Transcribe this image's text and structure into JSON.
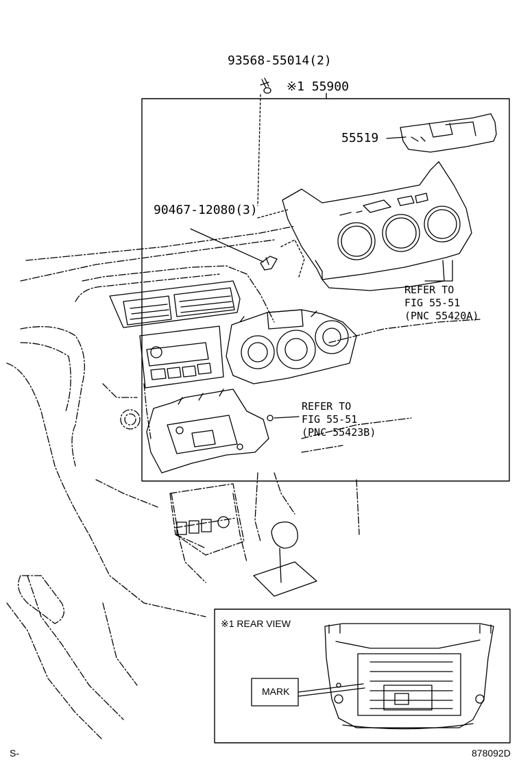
{
  "labels": {
    "bolt_part": "93568-55014(2)",
    "assembly_part": "※1 55900",
    "panel_part": "55519",
    "clip_part": "90467-12080(3)",
    "refer1_line1": "REFER TO",
    "refer1_line2": "FIG 55-51",
    "refer1_line3": "(PNC 55420A)",
    "refer2_line1": "REFER TO",
    "refer2_line2": "FIG 55-51",
    "refer2_line3": "(PNC 55423B)",
    "rear_view_title": "※1 REAR VIEW",
    "mark_label": "MARK",
    "corner_left": "S-",
    "drawing_number": "878092D"
  }
}
